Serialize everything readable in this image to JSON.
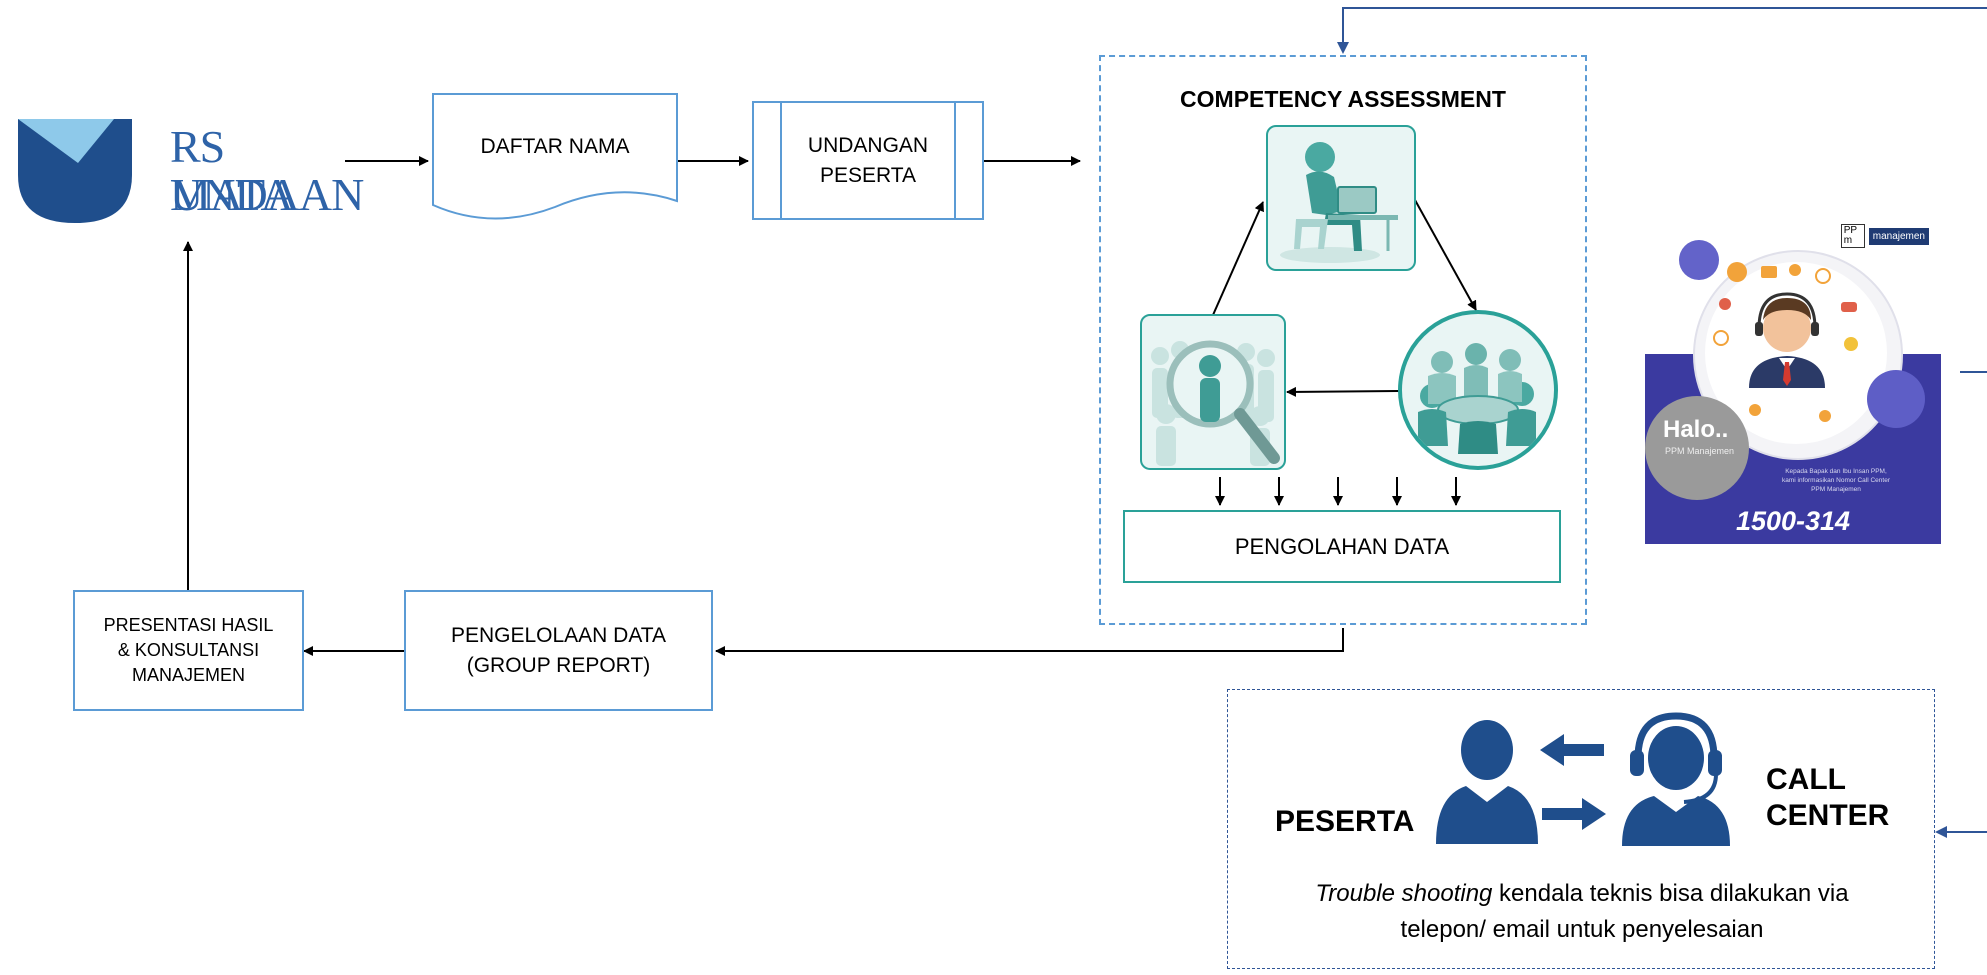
{
  "logo": {
    "line1": "RS MATA",
    "line2": "UNDAAN"
  },
  "boxes": {
    "daftar_nama": "DAFTAR NAMA",
    "undangan_line1": "UNDANGAN",
    "undangan_line2": "PESERTA",
    "presentasi_line1": "PRESENTASI HASIL",
    "presentasi_line2": "& KONSULTANSI",
    "presentasi_line3": "MANAJEMEN",
    "pengelolaan_line1": "PENGELOLAAN DATA",
    "pengelolaan_line2": "(GROUP REPORT)"
  },
  "assessment": {
    "title": "COMPETENCY ASSESSMENT",
    "pengolahan": "PENGOLAHAN DATA"
  },
  "poster": {
    "brand_mark": "PP m",
    "brand_name": "manajemen",
    "halo": "Halo..",
    "halo_sub": "PPM Manajemen",
    "notice_line1": "Kepada Bapak dan Ibu Insan PPM,",
    "notice_line2": "kami informasikan Nomor Call Center",
    "notice_line3": "PPM Manajemen",
    "phone": "1500-314"
  },
  "call_center": {
    "peserta": "PESERTA",
    "call_line1": "CALL",
    "call_line2": "CENTER",
    "trouble_italic": "Trouble shooting",
    "trouble_rest": " kendala teknis bisa dilakukan via",
    "trouble_line2": "telepon/ email untuk penyelesaian"
  },
  "colors": {
    "box_border": "#5b9bd5",
    "teal": "#2aa198",
    "navy": "#1f4e8c",
    "poster_purple": "#3b3aa0"
  }
}
